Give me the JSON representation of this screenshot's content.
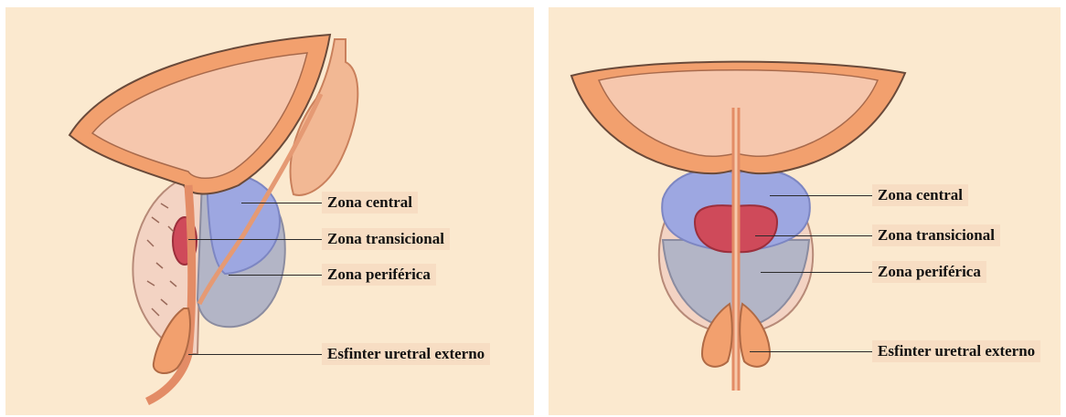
{
  "colors": {
    "background": "#fbe9cf",
    "bladder_wall": "#f2a06e",
    "bladder_lumen": "#f6c7ad",
    "central_zone": "#9da7e1",
    "transitional_zone": "#cf4a5a",
    "peripheral_zone": "#b3b5c6",
    "fibromuscular": "#f3d3c3",
    "label_box": "#f7ddc3"
  },
  "left_panel": {
    "labels": {
      "central": "Zona central",
      "transitional": "Zona transicional",
      "peripheral": "Zona periférica",
      "sphincter": "Esfinter uretral externo"
    }
  },
  "right_panel": {
    "labels": {
      "central": "Zona central",
      "transitional": "Zona transicional",
      "peripheral": "Zona periférica",
      "sphincter": "Esfinter uretral externo"
    }
  }
}
